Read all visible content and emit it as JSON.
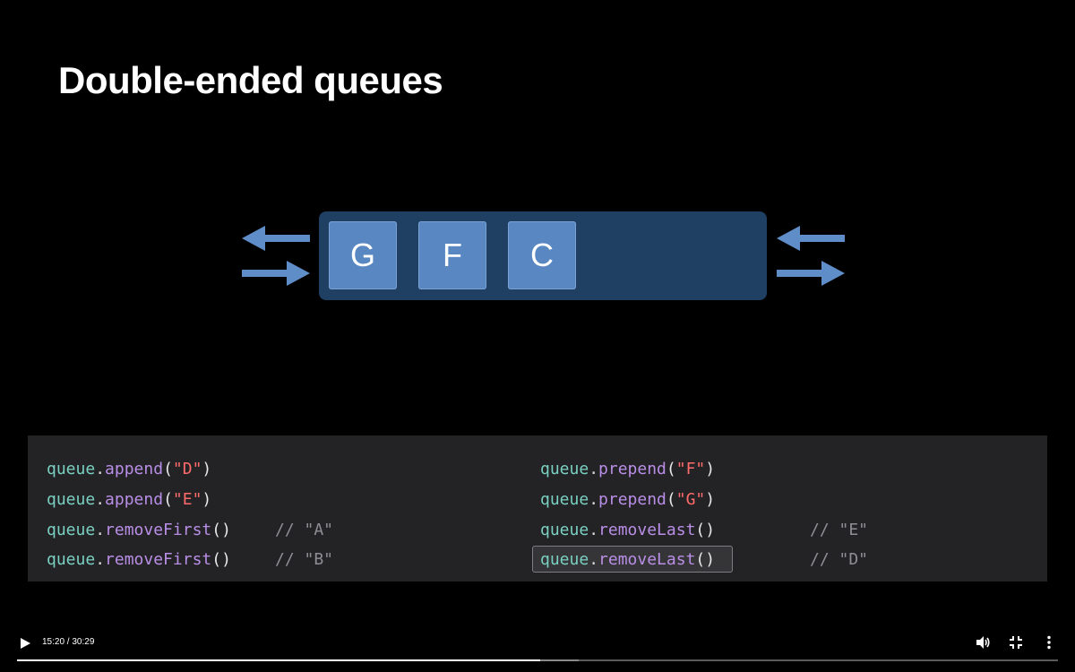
{
  "slide": {
    "title": "Double-ended queues"
  },
  "deque": {
    "cells": [
      "G",
      "F",
      "C"
    ]
  },
  "code": {
    "left": [
      {
        "ident": "queue",
        "dot": ".",
        "method": "append",
        "open": "(",
        "arg": "\"D\"",
        "close": ")",
        "comment": ""
      },
      {
        "ident": "queue",
        "dot": ".",
        "method": "append",
        "open": "(",
        "arg": "\"E\"",
        "close": ")",
        "comment": ""
      },
      {
        "ident": "queue",
        "dot": ".",
        "method": "removeFirst",
        "open": "(",
        "arg": "",
        "close": ")",
        "comment": "// \"A\""
      },
      {
        "ident": "queue",
        "dot": ".",
        "method": "removeFirst",
        "open": "(",
        "arg": "",
        "close": ")",
        "comment": "// \"B\""
      }
    ],
    "right": [
      {
        "ident": "queue",
        "dot": ".",
        "method": "prepend",
        "open": "(",
        "arg": "\"F\"",
        "close": ")",
        "comment": ""
      },
      {
        "ident": "queue",
        "dot": ".",
        "method": "prepend",
        "open": "(",
        "arg": "\"G\"",
        "close": ")",
        "comment": ""
      },
      {
        "ident": "queue",
        "dot": ".",
        "method": "removeLast",
        "open": "(",
        "arg": "",
        "close": ")",
        "comment": "// \"E\""
      },
      {
        "ident": "queue",
        "dot": ".",
        "method": "removeLast",
        "open": "(",
        "arg": "",
        "close": ")",
        "comment": "// \"D\""
      }
    ],
    "highlighted_line": "right.3"
  },
  "player": {
    "time_display": "15:20 / 30:29",
    "progress_fraction": 0.503,
    "buffered_fraction": 0.54,
    "icons": {
      "play": "play-icon",
      "volume": "volume-icon",
      "exit_fullscreen": "exit-fullscreen-icon",
      "more": "more-options-icon"
    }
  },
  "colors": {
    "background": "#000000",
    "deque_container": "#1f3f63",
    "deque_cell": "#5987c2",
    "arrow": "#5f8dc8",
    "code_panel": "#232325",
    "code_identifier": "#7ad0c2",
    "code_method": "#b98ee6",
    "code_string": "#ff6b6b",
    "code_comment": "#8e8e93"
  }
}
